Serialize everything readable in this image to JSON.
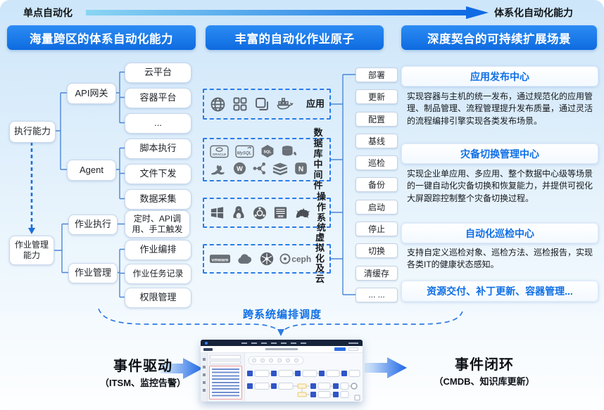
{
  "colors": {
    "accent_blue": "#0f6fe6",
    "header_top": "#2c8cf4",
    "header_bottom": "#0e6be0",
    "dash_blue": "#2a7ce8",
    "connector": "#4a86d8"
  },
  "top": {
    "left_label": "单点自动化",
    "right_label": "体系化自动化能力"
  },
  "columns": [
    {
      "header": "海量跨区的体系自动化能力"
    },
    {
      "header": "丰富的自动化作业原子"
    },
    {
      "header": "深度契合的可持续扩展场景"
    }
  ],
  "tree": {
    "root_exec": "执行能力",
    "root_mgmt": "作业管理能力",
    "api_gateway": "API网关",
    "agent": "Agent",
    "job_exec": "作业执行",
    "job_mgmt": "作业管理",
    "leaves_api": [
      "云平台",
      "容器平台",
      "..."
    ],
    "leaves_agent": [
      "脚本执行",
      "文件下发",
      "数据采集"
    ],
    "leaf_trigger": "定时、API调用、手工触发",
    "leaves_mgmt": [
      "作业编排",
      "作业任务记录",
      "权限管理"
    ]
  },
  "groups": [
    {
      "label": "应用",
      "icons": [
        "globe",
        "app-grid",
        "copy",
        "docker"
      ]
    },
    {
      "label": "数据库中间件",
      "icons": [
        "oracle",
        "mysql",
        "sql-cube",
        "mongodb"
      ],
      "icons2": [
        "tomcat",
        "weblogic",
        "node-graph",
        "redis",
        "nginx"
      ]
    },
    {
      "label": "操作系统",
      "icons": [
        "windows",
        "linux",
        "ubuntu",
        "ibm",
        "kylin"
      ]
    },
    {
      "label": "虚拟化及云",
      "icons": [
        "vmware",
        "cloud",
        "kubernetes",
        "ceph"
      ]
    }
  ],
  "atoms": [
    "部署",
    "更新",
    "配置",
    "基线",
    "巡检",
    "备份",
    "启动",
    "停止",
    "切换",
    "清缓存",
    "... ..."
  ],
  "scenarios": [
    {
      "title": "应用发布中心",
      "desc": "实现容器与主机的统一发布，通过规范化的应用管理、制品管理、流程管理提升发布质量，通过灵活的流程编排引擎实现各类发布场景。"
    },
    {
      "title": "灾备切换管理中心",
      "desc": "实现企业单应用、多应用、整个数据中心级等场景的一键自动化灾备切换和恢复能力，并提供可视化大屏跟踪控制整个灾备切换过程。"
    },
    {
      "title": "自动化巡检中心",
      "desc": "支持自定义巡检对象、巡检方法、巡检报告，实现各类IT的健康状态感知。"
    },
    {
      "title": "资源交付、补丁更新、容器管理...",
      "desc": ""
    }
  ],
  "bottom": {
    "brace_label": "跨系统编排调度",
    "left": {
      "title": "事件驱动",
      "sub": "（ITSM、监控告警）"
    },
    "right": {
      "title": "事件闭环",
      "sub": "（CMDB、知识库更新）"
    }
  }
}
